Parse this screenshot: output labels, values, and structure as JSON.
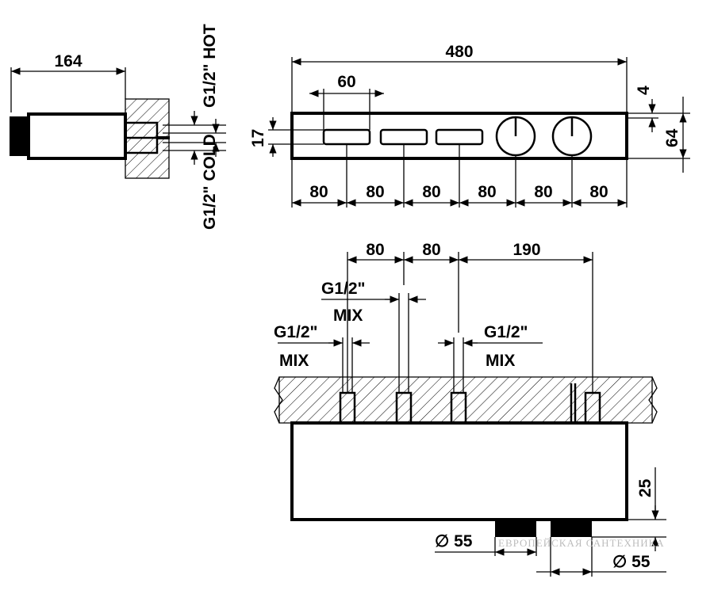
{
  "side_view": {
    "width_label": "164",
    "hot_label": "G1/2\" HOT",
    "cold_label": "G1/2\" COLD"
  },
  "front_view": {
    "total_width_label": "480",
    "button_width_label": "60",
    "height_label": "64",
    "top_offset_label": "4",
    "button_height_label": "17",
    "spacing_labels": [
      "80",
      "80",
      "80",
      "80",
      "80",
      "80"
    ]
  },
  "install_view": {
    "pitch_labels": [
      "80",
      "80",
      "190"
    ],
    "outlet_labels": [
      "G1/2\" MIX",
      "G1/2\" MIX",
      "G1/2\" MIX"
    ],
    "depth_label": "25",
    "diameter_labels": [
      "∅ 55",
      "∅ 55"
    ]
  },
  "watermark": {
    "text": "ЕВРОПЕЙСКАЯ САНТЕХНИКА"
  }
}
